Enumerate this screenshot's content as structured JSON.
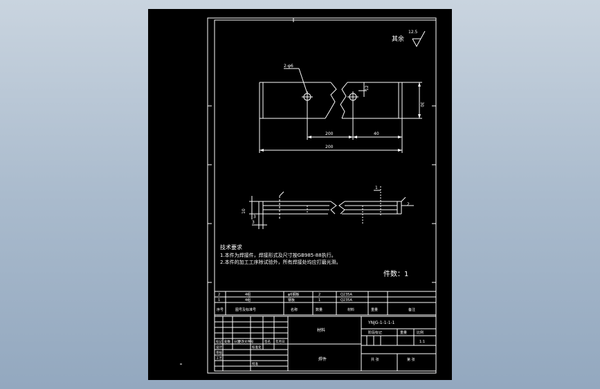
{
  "drawing": {
    "roughness": {
      "prefix": "其余",
      "value": "12.5"
    },
    "hole_callout": "2-φ6",
    "dimensions": {
      "overall_length": "200",
      "hole_spacing": "200",
      "edge_to_hole": "40",
      "hole_offset": "12",
      "width": "30",
      "thickness_side": "10",
      "chamfer_left": "3",
      "chamfer_right": "2",
      "step_top": "1",
      "step_bottom": "3"
    },
    "notes": {
      "heading": "技术要求",
      "line1": "1.本件为焊接件，焊接形式及尺寸按GB985-88执行。",
      "line2": "2.本件的加工工序除试验外，所有焊接处均应打磨光滑。"
    },
    "quantity_label": "件数：1"
  },
  "bom": {
    "rows": [
      {
        "seq": "2",
        "code": "4组",
        "name": "φ6钢板",
        "qty": "2",
        "material": "Q235A"
      },
      {
        "seq": "1",
        "code": "4组",
        "name": "钢板",
        "qty": "1",
        "material": "Q235A"
      }
    ],
    "header": {
      "seq": "序号",
      "code": "图号及标准号",
      "name": "名称",
      "qty": "数量",
      "material": "材料",
      "weight": "重量",
      "remark": "备注"
    }
  },
  "title_block": {
    "material_label": "材料",
    "part_name": "焊件",
    "drawing_no": "YNJG-1-1-1-1",
    "labels": {
      "mark": "标记",
      "count": "处数",
      "zone": "分区",
      "change_doc": "更改文件号",
      "sign": "签名",
      "date": "年月日",
      "design": "设计",
      "standardize": "标准化",
      "check": "审核",
      "process": "工艺",
      "approve": "批准",
      "stage_mark": "阶段标记",
      "weight": "重量",
      "scale": "比例",
      "scale_value": "1:1",
      "sheets": "共 张",
      "sheet": "第 张"
    }
  }
}
